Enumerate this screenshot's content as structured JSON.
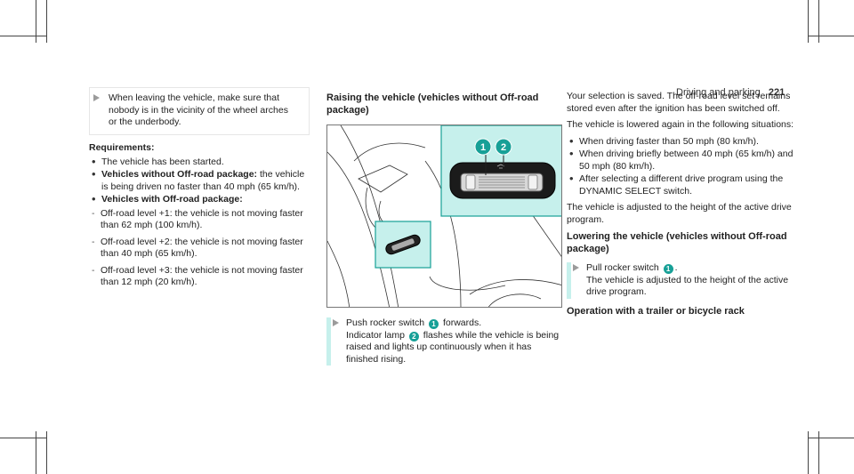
{
  "header": {
    "title": "Driving and parking",
    "page_number": "221"
  },
  "col1": {
    "note": "When leaving the vehicle, make sure that nobody is in the vicinity of the wheel arches or the underbody.",
    "req_heading": "Requirements:",
    "req1": "The vehicle has been started.",
    "req2_bold": "Vehicles without Off-road package:",
    "req2_text": " the vehicle is being driven no faster than 40 mph (65 km/h).",
    "req3_bold": "Vehicles with Off-road package:",
    "dash1": "Off-road level +1: the vehicle is not moving faster than 62 mph (100 km/h).",
    "dash2": "Off-road level +2: the vehicle is not moving faster than 40 mph (65 km/h).",
    "dash3": "Off-road level +3: the vehicle is not moving faster than 12 mph (20 km/h)."
  },
  "col2": {
    "heading": "Raising the vehicle (vehicles without Off-road package)",
    "instr_a": "Push rocker switch ",
    "instr_b": " forwards.",
    "instr_c": "Indicator lamp ",
    "instr_d": " flashes while the vehicle is being raised and lights up continuously when it has finished rising.",
    "badge1": "1",
    "badge2": "2"
  },
  "col3": {
    "p1": "Your selection is saved. The off-road level set remains stored even after the ignition has been switched off.",
    "p2": "The vehicle is lowered again in the following situations:",
    "b1": "When driving faster than 50 mph (80 km/h).",
    "b2": "When driving briefly between 40 mph (65 km/h) and 50 mph (80 km/h).",
    "b3": "After selecting a different drive program using the DYNAMIC SELECT switch.",
    "p3": "The vehicle is adjusted to the height of the active drive program.",
    "heading2": "Lowering the vehicle (vehicles without Off-road package)",
    "instr_a": "Pull rocker switch ",
    "instr_b": ".",
    "instr_c": "The vehicle is adjusted to the height of the active drive program.",
    "badge1": "1",
    "heading3": "Operation with a trailer or bicycle rack"
  },
  "illustration": {
    "callout1": "1",
    "callout2": "2",
    "accent": "#c6f0ec",
    "border_accent": "#17a097"
  }
}
